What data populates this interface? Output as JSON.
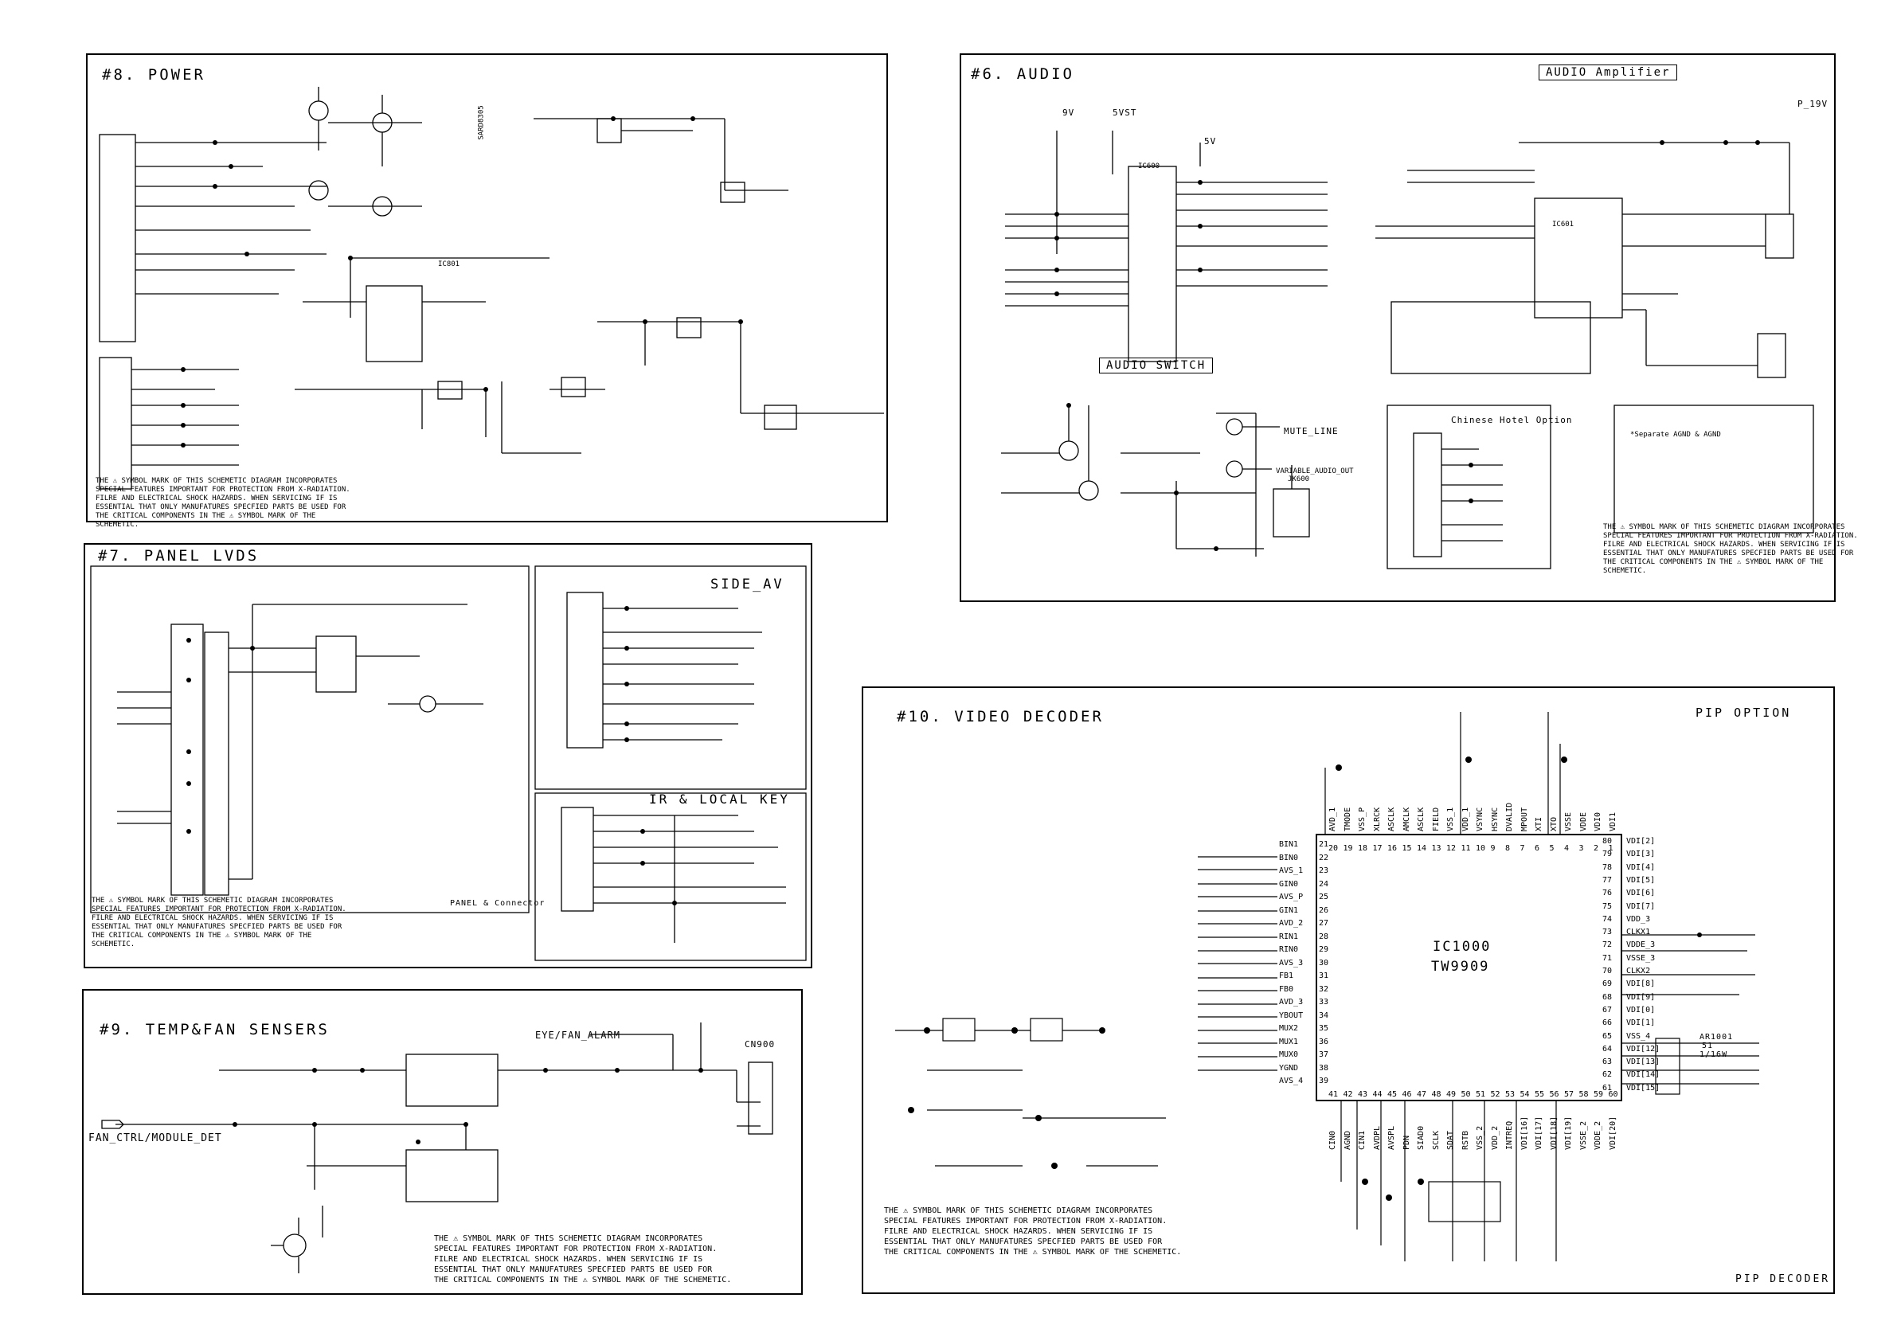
{
  "power": {
    "title": "#8. POWER",
    "side_label": "SARD8305",
    "ic_small": "IC801",
    "notice": [
      "THE ⚠ SYMBOL MARK OF THIS SCHEMETIC DIAGRAM INCORPORATES",
      "SPECIAL FEATURES IMPORTANT FOR PROTECTION FROM X-RADIATION.",
      "FILRE AND ELECTRICAL SHOCK HAZARDS. WHEN SERVICING IF IS",
      "ESSENTIAL THAT ONLY MANUFATURES SPECFIED PARTS BE USED FOR",
      "THE CRITICAL COMPONENTS IN THE ⚠ SYMBOL MARK OF THE SCHEMETIC."
    ]
  },
  "panel": {
    "title": "#7. PANEL LVDS",
    "side_av": "SIDE_AV",
    "ir_key": "IR & LOCAL KEY",
    "connector_label": "PANEL & Connector",
    "notice": [
      "THE ⚠ SYMBOL MARK OF THIS SCHEMETIC DIAGRAM INCORPORATES",
      "SPECIAL FEATURES IMPORTANT FOR PROTECTION FROM X-RADIATION.",
      "FILRE AND ELECTRICAL SHOCK HAZARDS. WHEN SERVICING IF IS",
      "ESSENTIAL THAT ONLY MANUFATURES SPECFIED PARTS BE USED FOR",
      "THE CRITICAL COMPONENTS IN THE ⚠ SYMBOL MARK OF THE SCHEMETIC."
    ]
  },
  "temp": {
    "title": "#9. TEMP&FAN SENSERS",
    "eye_label": "EYE/FAN_ALARM",
    "connector": "CN900",
    "fan_ctrl": "FAN_CTRL/MODULE_DET",
    "notice": [
      "THE ⚠ SYMBOL MARK OF THIS SCHEMETIC DIAGRAM INCORPORATES",
      "SPECIAL FEATURES IMPORTANT FOR PROTECTION FROM X-RADIATION.",
      "FILRE AND ELECTRICAL SHOCK HAZARDS. WHEN SERVICING IF IS",
      "ESSENTIAL THAT ONLY MANUFATURES SPECFIED PARTS BE USED FOR",
      "THE CRITICAL COMPONENTS IN THE ⚠ SYMBOL MARK OF THE SCHEMETIC."
    ]
  },
  "audio": {
    "title": "#6. AUDIO",
    "amp_label": "AUDIO Amplifier",
    "switch_label": "AUDIO SWITCH",
    "hotel_label": "Chinese Hotel Option",
    "mute_label": "MUTE_LINE",
    "vol9": "9V",
    "vol5": "5VST",
    "vol5b": "5V",
    "p19": "P_19V",
    "ic_switch": "IC600",
    "ic_amp": "IC601",
    "variable_out": "VARIABLE_AUDIO_OUT",
    "jack": "JK600",
    "separate": "*Separate AGND & AGND",
    "notice": [
      "THE ⚠ SYMBOL MARK OF THIS SCHEMETIC DIAGRAM INCORPORATES",
      "SPECIAL FEATURES IMPORTANT FOR PROTECTION FROM X-RADIATION.",
      "FILRE AND ELECTRICAL SHOCK HAZARDS. WHEN SERVICING IF IS",
      "ESSENTIAL THAT ONLY MANUFATURES SPECFIED PARTS BE USED FOR",
      "THE CRITICAL COMPONENTS IN THE ⚠ SYMBOL MARK OF THE SCHEMETIC."
    ]
  },
  "video": {
    "title": "#10. VIDEO DECODER",
    "pip_option": "PIP OPTION",
    "pip_decoder": "PIP DECODER",
    "ic_name": "IC1000",
    "ic_part": "TW9909",
    "ar_label": "AR1001",
    "ar_value": "51",
    "ar_rating": "1/16W",
    "left_pins": [
      "BIN1",
      "BIN0",
      "AVS_1",
      "GIN0",
      "AVS_P",
      "GIN1",
      "AVD_2",
      "RIN1",
      "RIN0",
      "AVS_3",
      "FB1",
      "FB0",
      "AVD_3",
      "YBOUT",
      "MUX2",
      "MUX1",
      "MUX0",
      "YGND",
      "AVS_4"
    ],
    "left_nums": [
      "21",
      "22",
      "23",
      "24",
      "25",
      "26",
      "27",
      "28",
      "29",
      "30",
      "31",
      "32",
      "33",
      "34",
      "35",
      "36",
      "37",
      "38",
      "39"
    ],
    "right_pins": [
      "VDI[2]",
      "VDI[3]",
      "VDI[4]",
      "VDI[5]",
      "VDI[6]",
      "VDI[7]",
      "VDD_3",
      "CLKX1",
      "VDDE_3",
      "VSSE_3",
      "CLKX2",
      "VDI[8]",
      "VDI[9]",
      "VDI[0]",
      "VDI[1]",
      "VSS_4",
      "VDI[12]",
      "VDI[13]",
      "VDI[14]",
      "VDI[15]"
    ],
    "right_nums": [
      "80",
      "79",
      "78",
      "77",
      "76",
      "75",
      "74",
      "73",
      "72",
      "71",
      "70",
      "69",
      "68",
      "67",
      "66",
      "65",
      "64",
      "63",
      "62",
      "61"
    ],
    "top_pins": [
      "AVD_1",
      "TMODE",
      "VSS_P",
      "XLRCK",
      "ASCLK",
      "AMCLK",
      "ASCLK",
      "FIELD",
      "VSS_1",
      "VDD_1",
      "VSYNC",
      "HSYNC",
      "DVALID",
      "MPOUT",
      "XTI",
      "XTO",
      "VSSE",
      "VDDE",
      "VDI0",
      "VDI1"
    ],
    "top_nums": [
      "20",
      "19",
      "18",
      "17",
      "16",
      "15",
      "14",
      "13",
      "12",
      "11",
      "10",
      "9",
      "8",
      "7",
      "6",
      "5",
      "4",
      "3",
      "2",
      "1"
    ],
    "bottom_pins": [
      "CIN0",
      "AGND",
      "CIN1",
      "AVDPL",
      "AVSPL",
      "PDN",
      "SIAD0",
      "SCLK",
      "SDAT",
      "RSTB",
      "VSS_2",
      "VDD_2",
      "INTREQ",
      "VDI[16]",
      "VDI[17]",
      "VDI[18]",
      "VDI[19]",
      "VSSE_2",
      "VDDE_2",
      "VDI[20]"
    ],
    "bottom_nums": [
      "41",
      "42",
      "43",
      "44",
      "45",
      "46",
      "47",
      "48",
      "49",
      "50",
      "51",
      "52",
      "53",
      "54",
      "55",
      "56",
      "57",
      "58",
      "59",
      "60"
    ],
    "notice": [
      "THE ⚠ SYMBOL MARK OF THIS SCHEMETIC DIAGRAM INCORPORATES",
      "SPECIAL FEATURES IMPORTANT FOR PROTECTION FROM X-RADIATION.",
      "FILRE AND ELECTRICAL SHOCK HAZARDS. WHEN SERVICING IF IS",
      "ESSENTIAL THAT ONLY MANUFATURES SPECFIED PARTS BE USED FOR",
      "THE CRITICAL COMPONENTS IN THE ⚠ SYMBOL MARK OF THE SCHEMETIC."
    ]
  }
}
